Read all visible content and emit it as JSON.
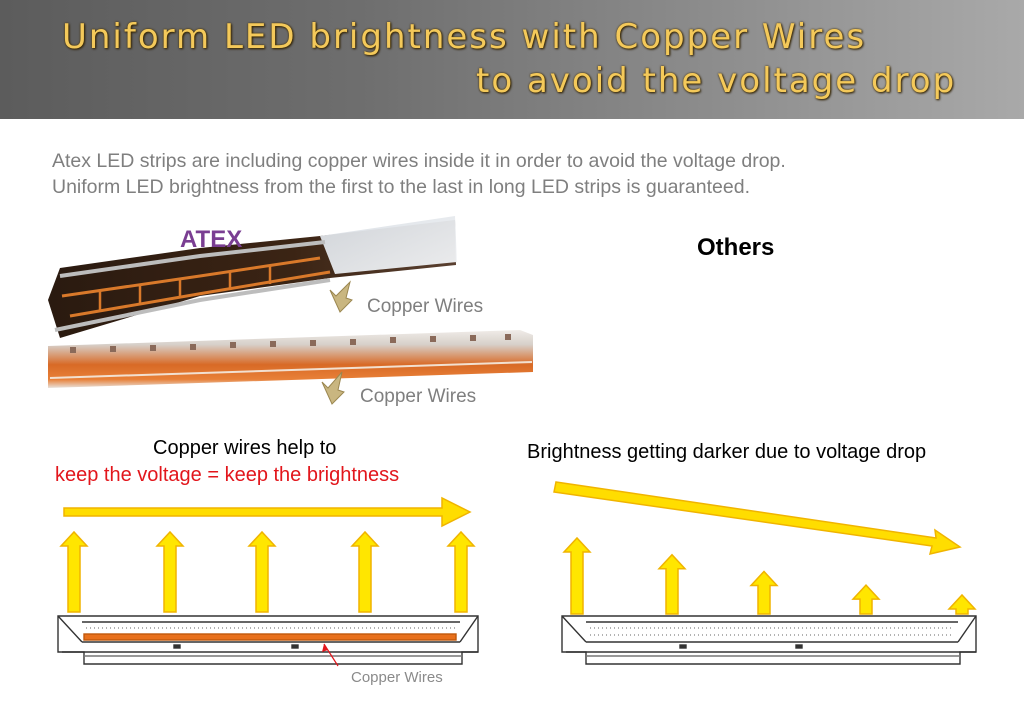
{
  "title": {
    "line1": "Uniform LED brightness with Copper Wires",
    "line2": "to avoid the voltage drop"
  },
  "intro": {
    "line1": "Atex LED strips are including copper wires inside it in order to avoid the voltage drop.",
    "line2": "Uniform LED brightness from the first to the last in long LED strips is guaranteed."
  },
  "labels": {
    "atex": "ATEX",
    "others": "Others",
    "copper_wires_1": "Copper Wires",
    "copper_wires_2": "Copper Wires",
    "copper_wires_3": "Copper Wires",
    "left_caption_1": "Copper wires help to",
    "left_caption_2": "keep the voltage = keep the brightness",
    "right_caption": "Brightness getting darker due to voltage drop"
  },
  "colors": {
    "title_text": "#f4c95a",
    "arrow_fill": "#ffe600",
    "arrow_stroke": "#f0b400",
    "copper": "#e8701c",
    "purple": "#7a3e92",
    "red": "#e2161c"
  },
  "brightness": {
    "atex_levels": [
      1,
      1,
      1,
      1,
      1
    ],
    "others_levels": [
      1,
      0.78,
      0.56,
      0.38,
      0.25
    ]
  }
}
